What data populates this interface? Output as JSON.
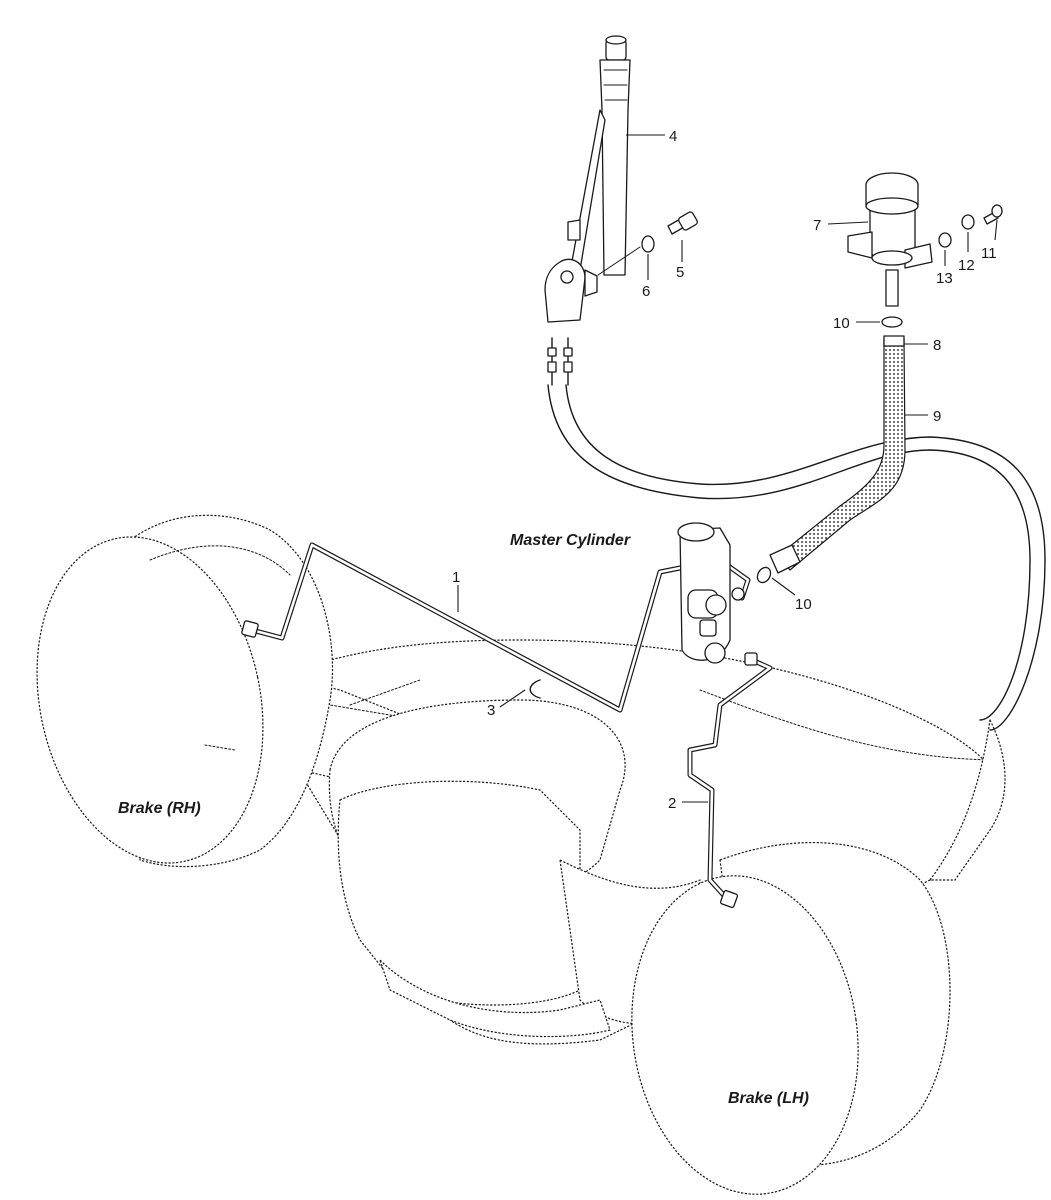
{
  "labels": {
    "master_cylinder": "Master Cylinder",
    "brake_rh": "Brake (RH)",
    "brake_lh": "Brake (LH)"
  },
  "callouts": {
    "c1": "1",
    "c2": "2",
    "c3": "3",
    "c4": "4",
    "c5": "5",
    "c6": "6",
    "c7": "7",
    "c8": "8",
    "c9": "9",
    "c10a": "10",
    "c10b": "10",
    "c11": "11",
    "c12": "12",
    "c13": "13"
  }
}
